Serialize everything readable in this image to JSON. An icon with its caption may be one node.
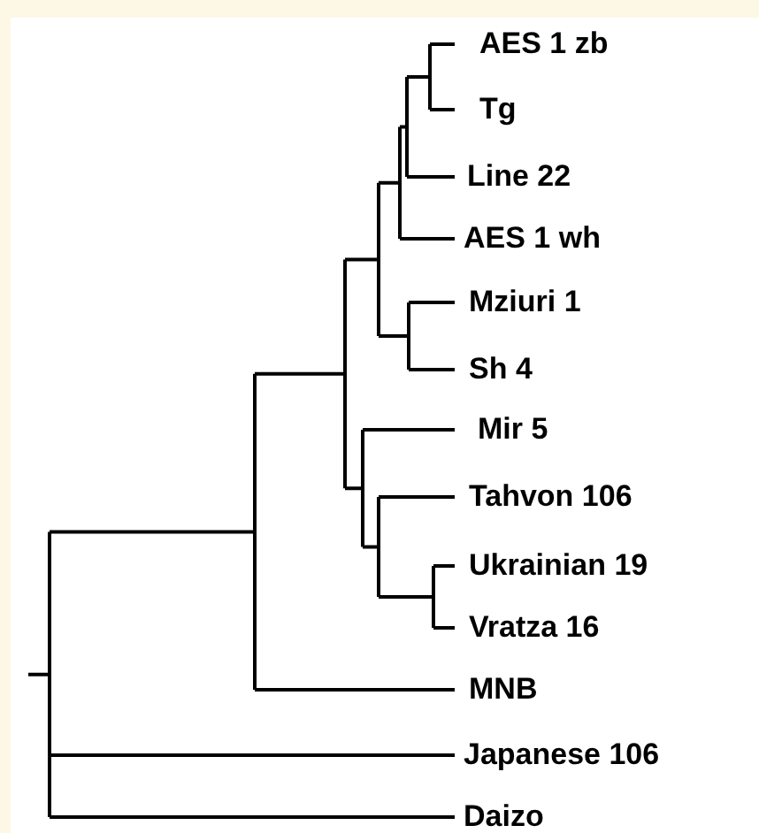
{
  "diagram": {
    "labels": [
      "AES 1 zb",
      "Tg",
      "Line 22",
      "AES 1 wh",
      "Mziuri 1",
      "Sh 4",
      "Mir 5",
      "Tahvon 106",
      "Ukrainian 19",
      "Vratza 16",
      "MNB",
      "Japanese 106",
      "Daizo"
    ]
  }
}
